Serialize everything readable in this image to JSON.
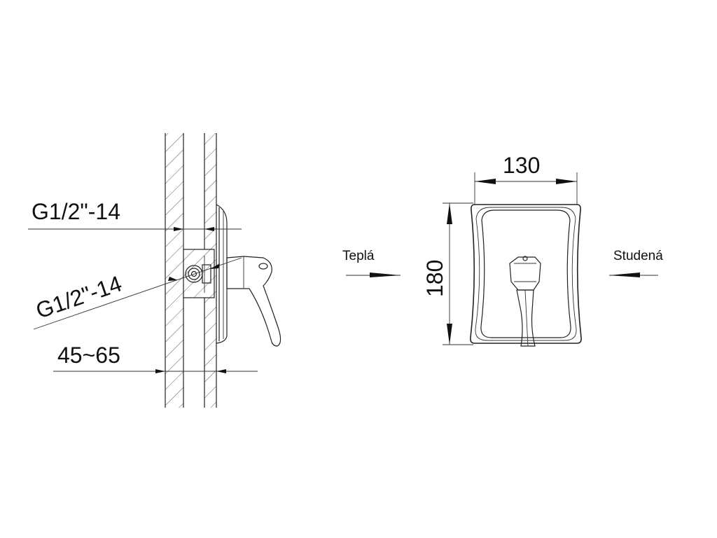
{
  "side_view": {
    "thread_label_top": "G1/2\"-14",
    "thread_label_angled": "G1/2\"-14",
    "depth_label": "45~65"
  },
  "front_view": {
    "width_label": "130",
    "height_label": "180",
    "hot_label": "Teplá",
    "cold_label": "Studená"
  }
}
